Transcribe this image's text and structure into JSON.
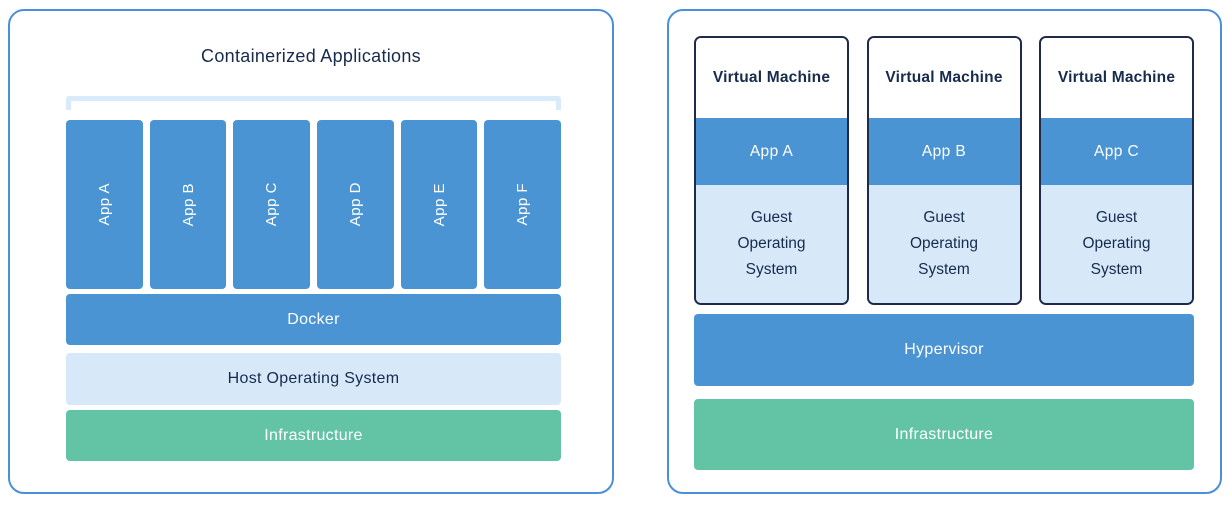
{
  "colors": {
    "panel_border": "#4a90d9",
    "primary_blue": "#4a94d4",
    "light_blue": "#d7e9f9",
    "bracket_blue": "#d9ebfa",
    "green": "#63c3a5",
    "navy_text": "#172b4d",
    "vm_box_border": "#1f2a4b",
    "white_text": "#ffffff"
  },
  "left_panel": {
    "title": "Containerized Applications",
    "apps": [
      "App A",
      "App B",
      "App C",
      "App D",
      "App E",
      "App F"
    ],
    "layers": [
      {
        "label": "Docker"
      },
      {
        "label": "Host Operating System"
      },
      {
        "label": "Infrastructure"
      }
    ]
  },
  "right_panel": {
    "vms": [
      {
        "title": "Virtual Machine",
        "app": "App A",
        "os": "Guest Operating System"
      },
      {
        "title": "Virtual Machine",
        "app": "App B",
        "os": "Guest Operating System"
      },
      {
        "title": "Virtual Machine",
        "app": "App C",
        "os": "Guest Operating System"
      }
    ],
    "layers": [
      {
        "label": "Hypervisor"
      },
      {
        "label": "Infrastructure"
      }
    ]
  }
}
